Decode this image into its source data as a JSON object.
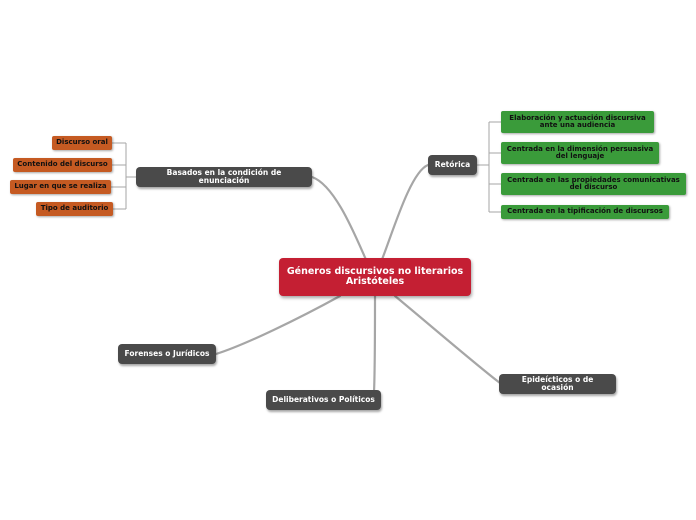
{
  "root": {
    "line1": "Géneros discursivos no literarios",
    "line2": "Aristóteles",
    "color": "#c41f33"
  },
  "branches": {
    "condicion": "Basados en la condición de enunciación",
    "retorica": "Retórica",
    "forenses": "Forenses o Jurídicos",
    "deliberativos": "Deliberativos o Políticos",
    "epideicticos": "Epideícticos o de ocasión"
  },
  "condicion_children": [
    "Discurso oral",
    "Contenido del discurso",
    "Lugar en que se realiza",
    "Tipo de auditorio"
  ],
  "retorica_children": [
    "Elaboración y actuación discursiva ante una audiencia",
    "Centrada en la dimensión persuasiva del lenguaje",
    "Centrada en las propiedades comunicativas del discurso",
    "Centrada en la tipificación de discursos"
  ],
  "colors": {
    "branch": "#4a4a4a",
    "orange_leaf": "#c55a22",
    "green_leaf": "#3a9b3a",
    "connector": "#a6a6a6"
  }
}
